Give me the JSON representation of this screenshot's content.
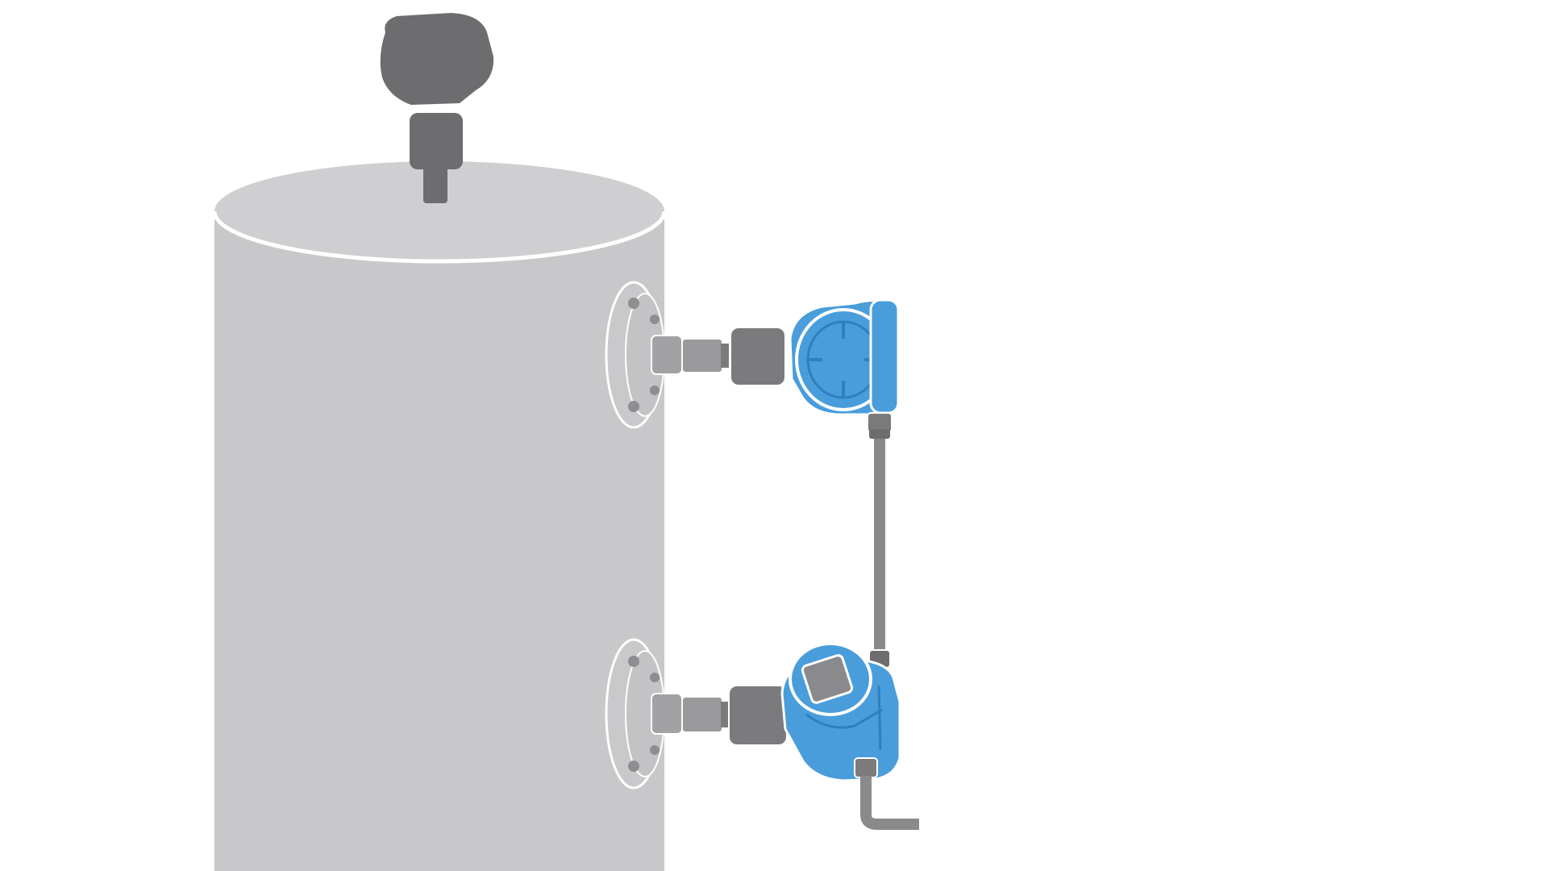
{
  "colors": {
    "background": "#ffffff",
    "tank": "#c8c8ca",
    "tank_top": "#cfcfd1",
    "tank_rim": "#ffffff",
    "dark_device": "#6d6d6f",
    "flange": "#c9c9cb",
    "flange_line": "#ffffff",
    "fitting": "#9a9a9c",
    "fitting_dark": "#7b7b7d",
    "transmitter_blue": "#4a9ddb",
    "transmitter_blue_dark": "#2f7fbf",
    "capillary": "#8a8a8c"
  },
  "components": [
    {
      "id": "tank",
      "label": "",
      "icon": "vessel-icon"
    },
    {
      "id": "top-mounted-transmitter",
      "label": "",
      "icon": "radar-level-transmitter-icon"
    },
    {
      "id": "upper-dp-transmitter",
      "label": "",
      "icon": "pressure-transmitter-icon"
    },
    {
      "id": "lower-dp-transmitter",
      "label": "",
      "icon": "pressure-transmitter-icon"
    },
    {
      "id": "capillary-link",
      "label": "",
      "icon": "capillary-line-icon"
    },
    {
      "id": "signal-cable",
      "label": "",
      "icon": "signal-cable-icon"
    }
  ]
}
